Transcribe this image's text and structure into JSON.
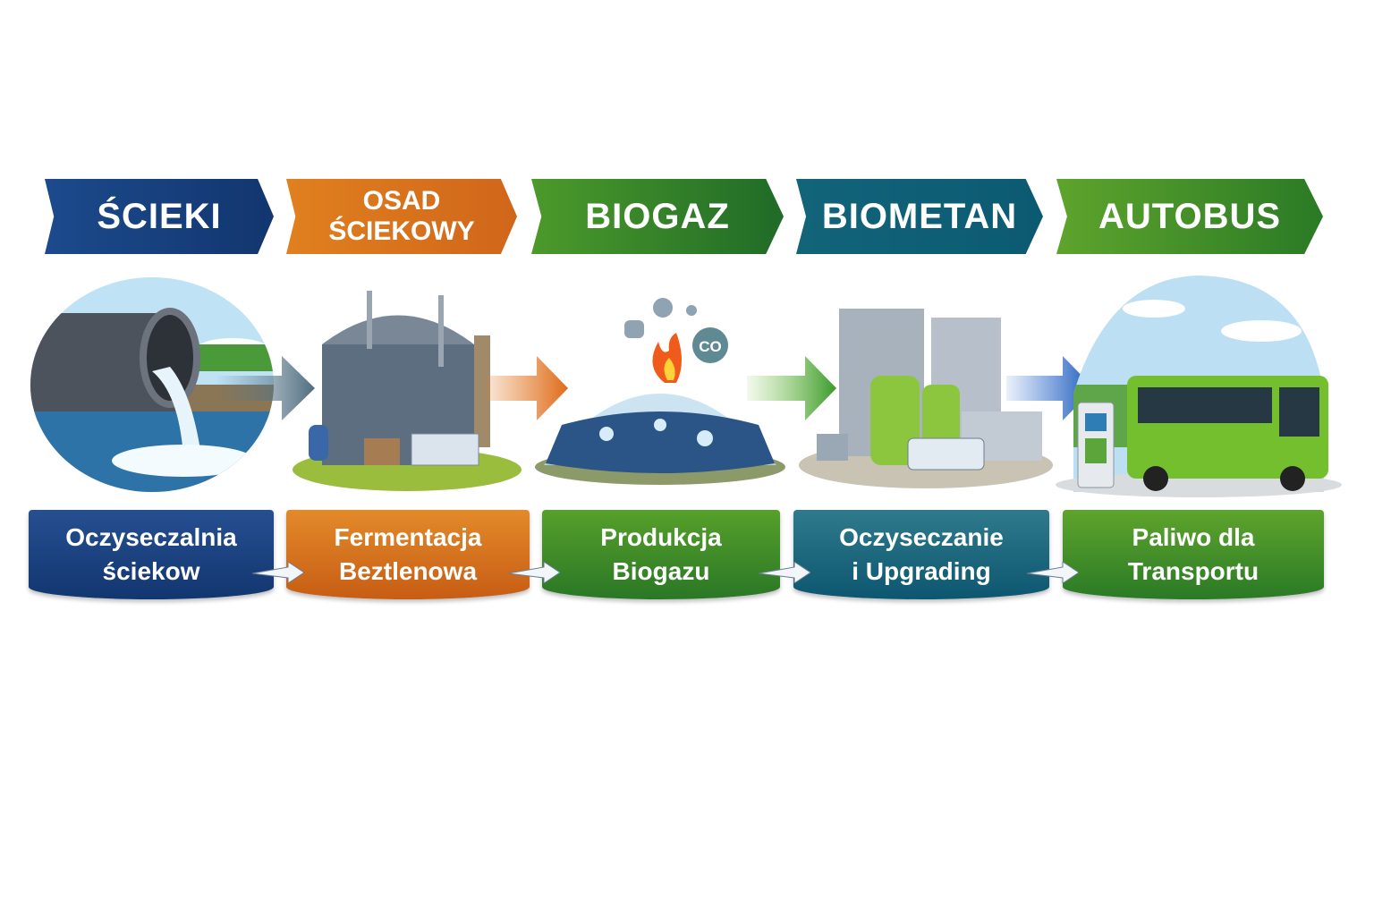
{
  "stages": [
    {
      "title": [
        "ŚCIEKI"
      ],
      "label": [
        "Oczyseczalnia",
        "ściekow"
      ],
      "color_a": "#1c4a8c",
      "color_b": "#12366f"
    },
    {
      "title": [
        "OSAD",
        "ŚCIEKOWY"
      ],
      "label": [
        "Fermentacja",
        "Beztlenowa"
      ],
      "color_a": "#e0801f",
      "color_b": "#c85f12"
    },
    {
      "title": [
        "BIOGAZ"
      ],
      "label": [
        "Produkcja",
        "Biogazu"
      ],
      "color_a": "#4c9a2a",
      "color_b": "#257326"
    },
    {
      "title": [
        "BIOMETAN"
      ],
      "label": [
        "Oczyseczanie",
        "i Upgrading"
      ],
      "color_a": "#16697f",
      "color_b": "#0d5670"
    },
    {
      "title": [
        "AUTOBUS"
      ],
      "label": [
        "Paliwo dla",
        "Transportu"
      ],
      "color_a": "#5ea42c",
      "color_b": "#2a7a26"
    }
  ],
  "biogas_bubble": "CO",
  "icons": [
    "pipe-water-icon",
    "digester-tank-icon",
    "biogas-dome-flame-icon",
    "upgrading-plant-icon",
    "bus-fuel-station-icon"
  ]
}
